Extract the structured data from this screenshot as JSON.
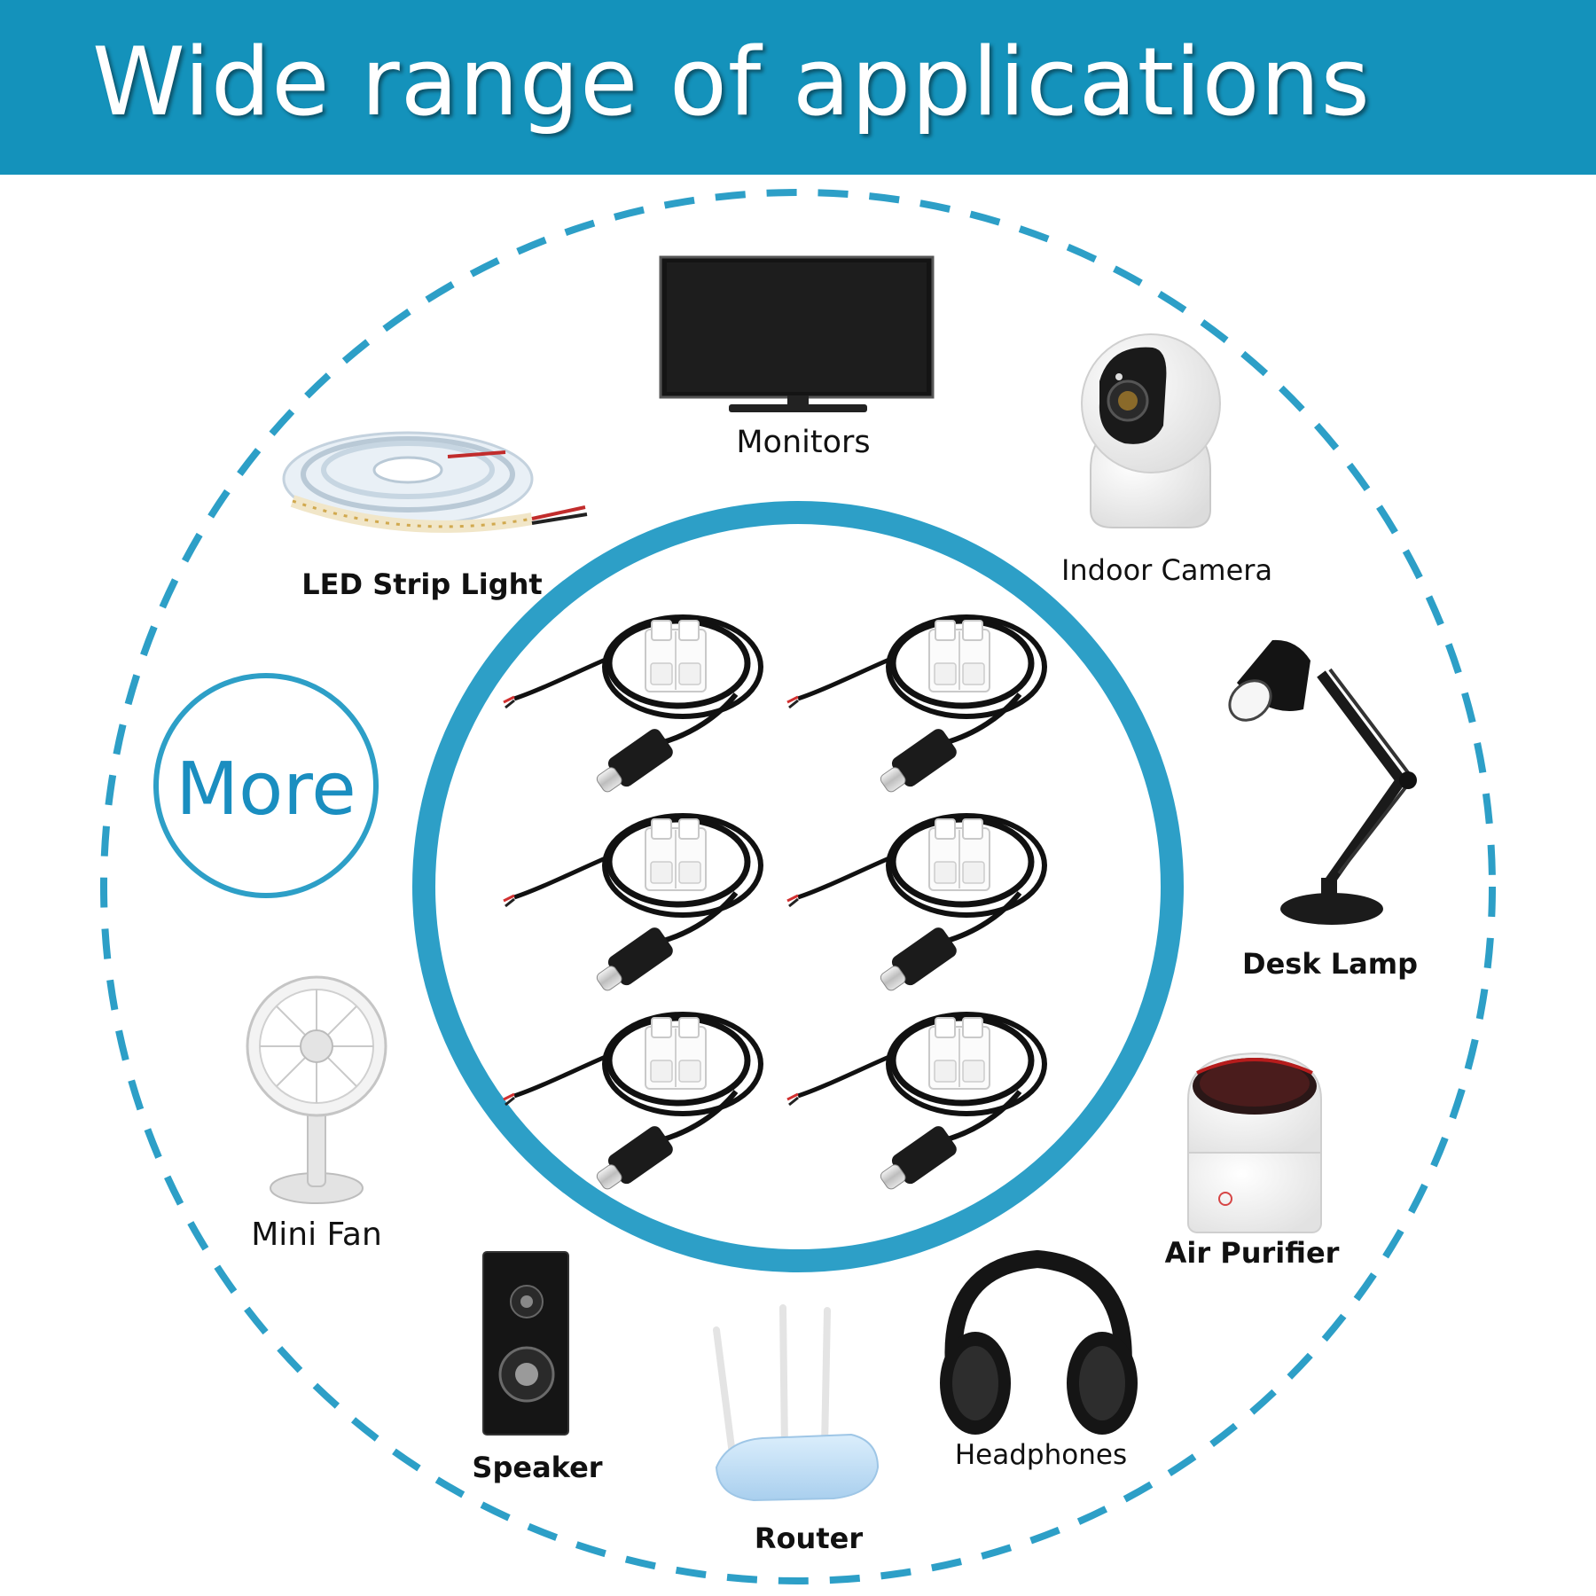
{
  "header": {
    "title": "Wide range of applications",
    "background_color": "#1492bb"
  },
  "accent_color": "#2d9fc7",
  "center": {
    "product": "USB-C cable with quick wire connector",
    "quantity_shown": 6
  },
  "more_badge": {
    "label": "More"
  },
  "applications": [
    {
      "label": "Monitors",
      "icon": "monitor-icon"
    },
    {
      "label": "Indoor Camera",
      "icon": "indoor-camera-icon"
    },
    {
      "label": "LED Strip Light",
      "icon": "led-strip-icon"
    },
    {
      "label": "Desk Lamp",
      "icon": "desk-lamp-icon"
    },
    {
      "label": "Mini Fan",
      "icon": "mini-fan-icon"
    },
    {
      "label": "Air Purifier",
      "icon": "air-purifier-icon"
    },
    {
      "label": "Speaker",
      "icon": "speaker-icon"
    },
    {
      "label": "Router",
      "icon": "router-icon"
    },
    {
      "label": "Headphones",
      "icon": "headphones-icon"
    }
  ]
}
